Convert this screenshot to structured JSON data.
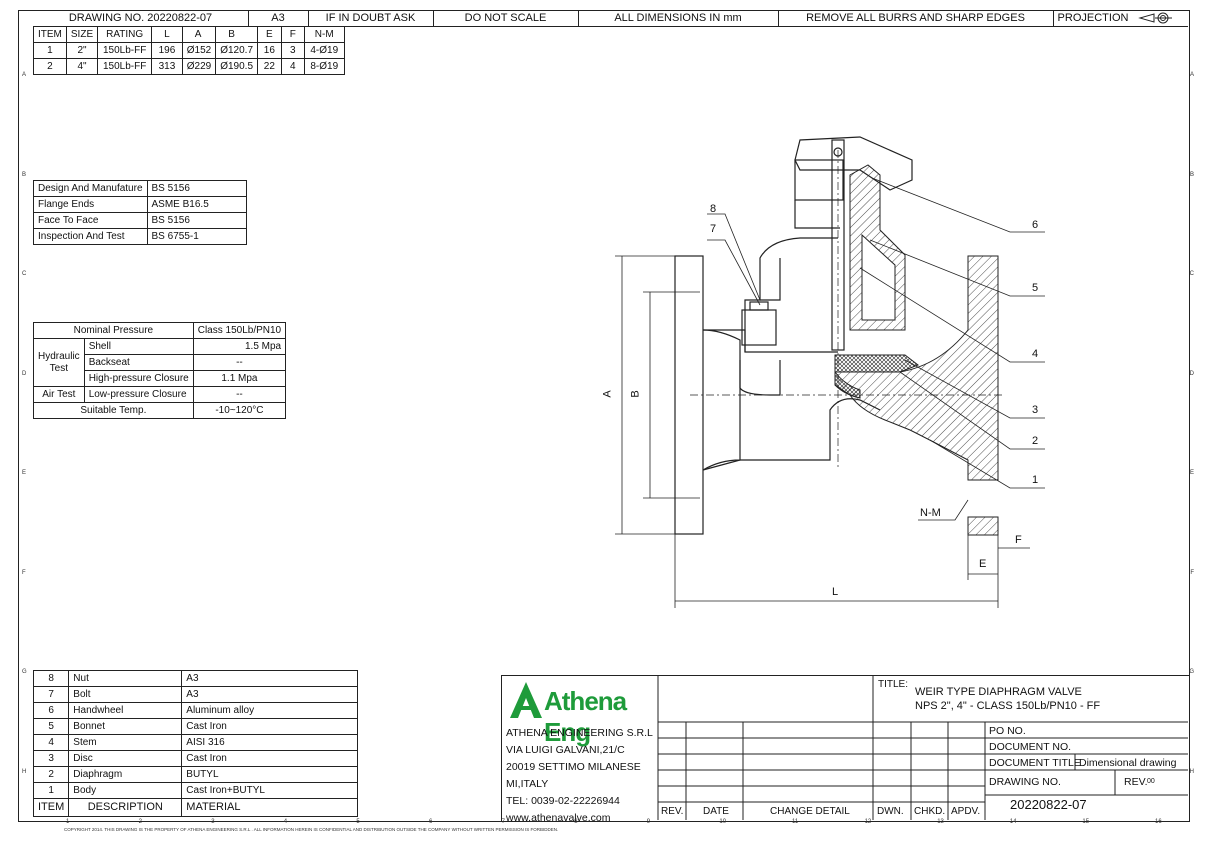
{
  "header": {
    "drawing_no": "DRAWING NO. 20220822-07",
    "size": "A3",
    "doubt": "IF IN DOUBT ASK",
    "scale": "DO NOT SCALE",
    "units": "ALL DIMENSIONS IN mm",
    "burrs": "REMOVE ALL BURRS AND SHARP EDGES",
    "projection": "PROJECTION"
  },
  "dim_table": {
    "headers": [
      "ITEM",
      "SIZE",
      "RATING",
      "L",
      "A",
      "B",
      "E",
      "F",
      "N-M"
    ],
    "rows": [
      [
        "1",
        "2\"",
        "150Lb-FF",
        "196",
        "Ø152",
        "Ø120.7",
        "16",
        "3",
        "4-Ø19"
      ],
      [
        "2",
        "4\"",
        "150Lb-FF",
        "313",
        "Ø229",
        "Ø190.5",
        "22",
        "4",
        "8-Ø19"
      ]
    ]
  },
  "standards": [
    [
      "Design And Manufature",
      "BS 5156"
    ],
    [
      "Flange Ends",
      "ASME B16.5"
    ],
    [
      "Face To Face",
      "BS 5156"
    ],
    [
      "Inspection And Test",
      "BS 6755-1"
    ]
  ],
  "pressure": {
    "nominal_label": "Nominal Pressure",
    "nominal_value": "Class 150Lb/PN10",
    "hydraulic_label": "Hydraulic Test",
    "shell_label": "Shell",
    "shell_value": "1.5 Mpa",
    "backseat_label": "Backseat",
    "backseat_value": "--",
    "hp_label": "High-pressure Closure",
    "hp_value": "1.1 Mpa",
    "air_label": "Air Test",
    "lp_label": "Low-pressure Closure",
    "lp_value": "--",
    "temp_label": "Suitable Temp.",
    "temp_value": "-10~120°C"
  },
  "parts": {
    "rows": [
      [
        "8",
        "Nut",
        "A3"
      ],
      [
        "7",
        "Bolt",
        "A3"
      ],
      [
        "6",
        "Handwheel",
        "Aluminum alloy"
      ],
      [
        "5",
        "Bonnet",
        "Cast Iron"
      ],
      [
        "4",
        "Stem",
        "AISI 316"
      ],
      [
        "3",
        "Disc",
        "Cast Iron"
      ],
      [
        "2",
        "Diaphragm",
        "BUTYL"
      ],
      [
        "1",
        "Body",
        "Cast Iron+BUTYL"
      ]
    ],
    "footer": [
      "ITEM",
      "DESCRIPTION",
      "MATERIAL"
    ]
  },
  "callouts": [
    "8",
    "7",
    "6",
    "5",
    "4",
    "3",
    "2",
    "1"
  ],
  "dims": {
    "A": "A",
    "B": "B",
    "L": "L",
    "E": "E",
    "F": "F",
    "NM": "N-M"
  },
  "company": {
    "logo_text": "Athena Eng",
    "name": "ATHENA ENGINEERING S.R.L",
    "street": "VIA LUIGI GALVANI,21/C",
    "city": "20019 SETTIMO MILANESE",
    "country": "MI,ITALY",
    "tel": "TEL: 0039-02-22226944",
    "web": "www.athenavalve.com"
  },
  "title_block": {
    "title_label": "TITLE:",
    "title_line1": "WEIR TYPE DIAPHRAGM VALVE",
    "title_line2": "NPS 2\", 4\" - CLASS 150Lb/PN10 - FF",
    "po": "PO NO.",
    "docno": "DOCUMENT NO.",
    "doctitle_label": "DOCUMENT TITLE",
    "doctitle_value": "Dimensional drawing",
    "drawingno_label": "DRAWING NO.",
    "rev_label": "REV.",
    "rev_value": "00",
    "drawingno_value": "20220822-07",
    "rev_cols": [
      "REV.",
      "DATE",
      "CHANGE DETAIL",
      "DWN.",
      "CHKD.",
      "APDV."
    ]
  },
  "zones_row": [
    "A",
    "B",
    "C",
    "D",
    "E",
    "F",
    "G",
    "H"
  ],
  "zones_col": [
    "1",
    "2",
    "3",
    "4",
    "5",
    "6",
    "7",
    "8",
    "9",
    "10",
    "11",
    "12",
    "13",
    "14",
    "15",
    "16"
  ],
  "copyright": "COPYRIGHT 2014. THIS DRAWING IS THE PROPERTY OF ATHENA ENGINEERING S.R.L . ALL INFORMATION HEREIN IS CONFIDENTIAL AND DISTRIBUTION OUTSIDE THE COMPANY WITHOUT WRITTEN PERMISSION IS FORBIDDEN."
}
